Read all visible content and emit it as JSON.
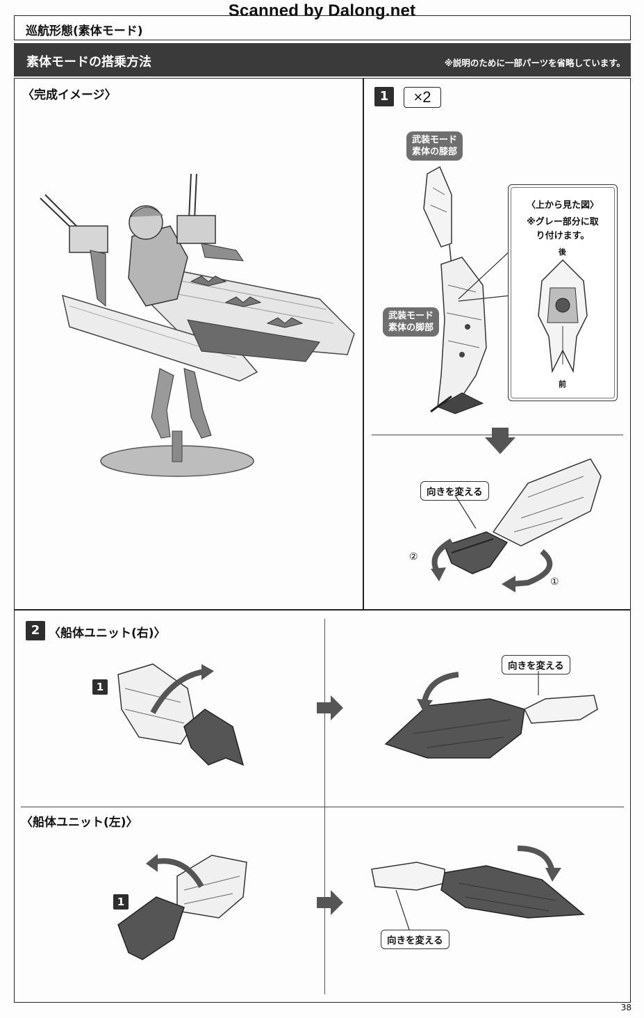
{
  "watermark": "Scanned by Dalong.net",
  "header": {
    "title": "巡航形態(素体モード)",
    "section_title": "素体モードの搭乗方法",
    "note": "※説明のために一部パーツを省略しています。"
  },
  "panel_complete": {
    "heading": "〈完成イメージ〉"
  },
  "step1": {
    "number": "1",
    "multiplier": "×2",
    "label_knee": [
      "武装モード",
      "素体の膝部"
    ],
    "label_leg": [
      "武装モード",
      "素体の脚部"
    ],
    "inset": {
      "title": "〈上から見た図〉",
      "note_line1": "※グレー部分に取",
      "note_line2": "り付けます。",
      "back": "後",
      "front": "前"
    },
    "turn_label": "向きを変える",
    "circle_1": "①",
    "circle_2": "②"
  },
  "step2": {
    "number": "2",
    "heading_right": "〈船体ユニット(右)〉",
    "ref_right": "1",
    "turn_label_right": "向きを変える",
    "heading_left": "〈船体ユニット(左)〉",
    "ref_left": "1",
    "turn_label_left": "向きを変える"
  },
  "page_number": "38",
  "colors": {
    "dark_part": "#555555",
    "bar_bg": "#3a3a3a",
    "pill_bg": "#6f6f6f"
  }
}
